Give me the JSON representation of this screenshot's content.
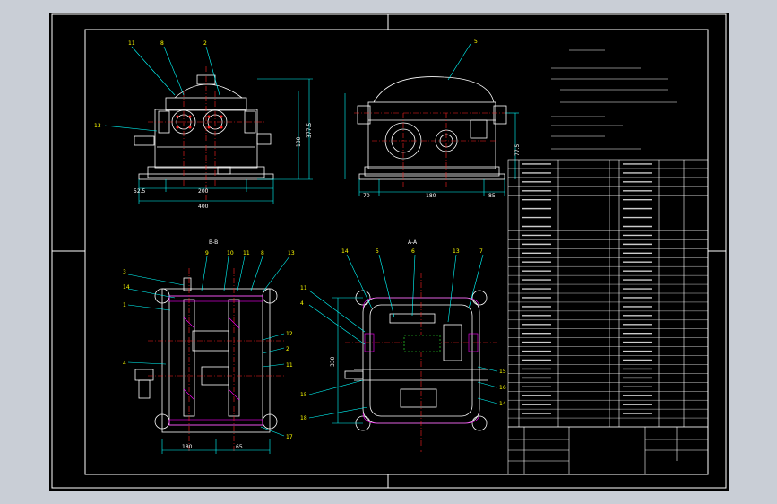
{
  "drawing": {
    "title_block_name": "",
    "view_labels": {
      "section_b": "B-B",
      "section_a": "A-A"
    },
    "dimensions": {
      "front_overall": "400",
      "front_mid": "200",
      "front_left": "52.5",
      "front_height": "377.5",
      "front_h2": "180",
      "side_left": "70",
      "side_mid": "180",
      "side_right": "85",
      "side_height": "77.5",
      "plan_bottom_1": "180",
      "plan_bottom_2": "65",
      "sec_height": "330"
    },
    "part_numbers": [
      "3",
      "14",
      "1",
      "9",
      "10",
      "11",
      "8",
      "13",
      "12",
      "2",
      "4",
      "15",
      "16",
      "5",
      "6",
      "7",
      "18",
      "17"
    ],
    "notes": [],
    "bom_rows": 30
  },
  "colors": {
    "background": "#000000",
    "frame": "#ffffff",
    "outline": "#ffffff",
    "center": "#ff2020",
    "dimension": "#00ffff",
    "leader": "#00ffff",
    "section": "#ff00ff",
    "hidden": "#33ff33",
    "text": "#ffffff"
  }
}
